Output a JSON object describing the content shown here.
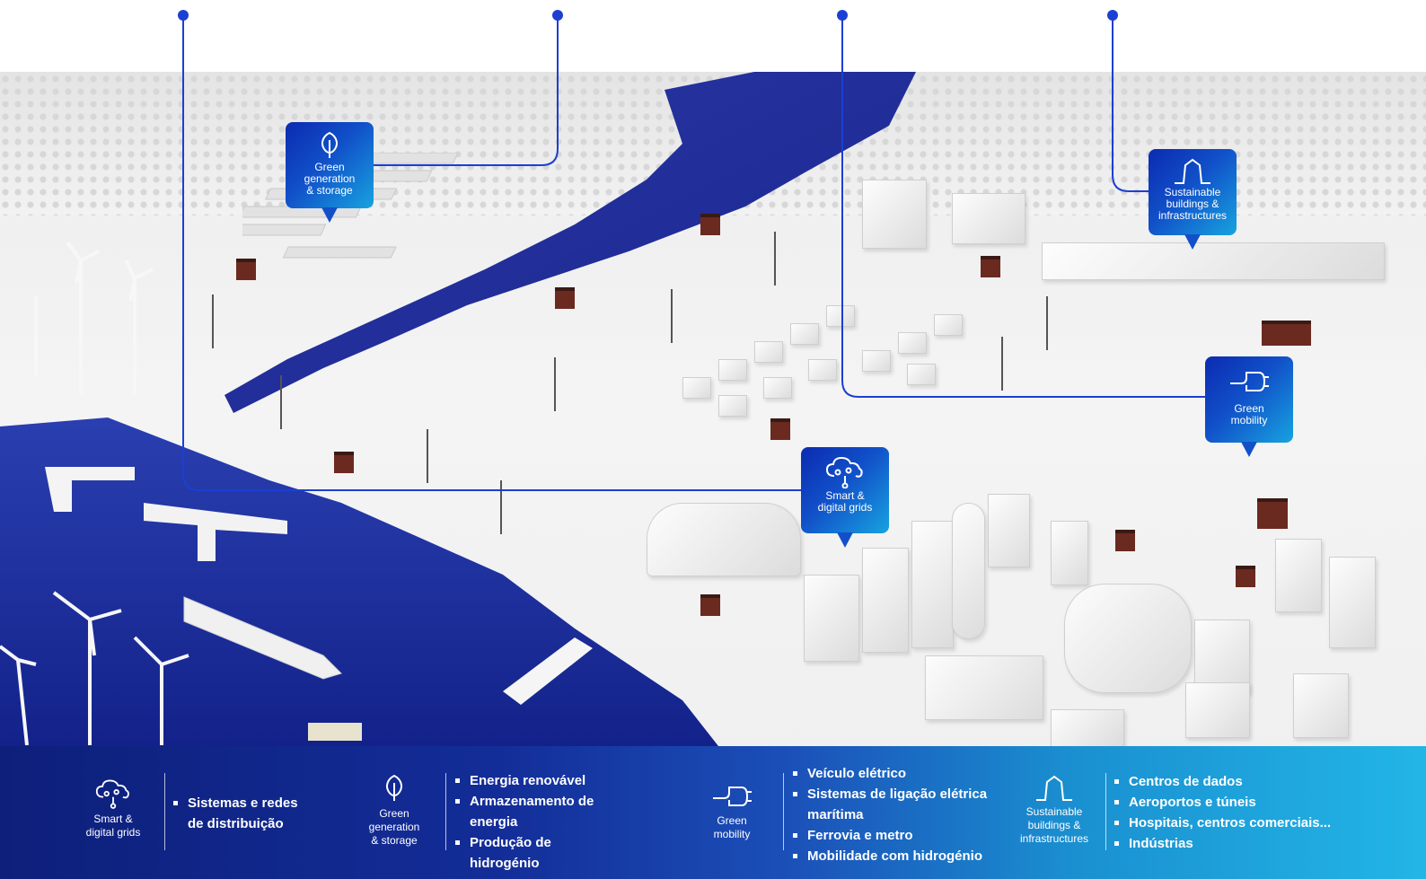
{
  "markers": {
    "green_generation": {
      "label_lines": [
        "Green",
        "generation",
        "& storage"
      ],
      "icon": "leaf-icon"
    },
    "sustainable_buildings": {
      "label_lines": [
        "Sustainable",
        "buildings &",
        "infrastructures"
      ],
      "icon": "building-outline-icon"
    },
    "green_mobility": {
      "label_lines": [
        "Green",
        "mobility"
      ],
      "icon": "plug-icon"
    },
    "smart_grids": {
      "label_lines": [
        "Smart &",
        "digital grids"
      ],
      "icon": "cloud-network-icon"
    }
  },
  "legend": {
    "smart_grids": {
      "label_lines": [
        "Smart &",
        "digital grids"
      ],
      "icon": "cloud-network-icon",
      "items": [
        "Sistemas e redes de distribuição"
      ]
    },
    "green_generation": {
      "label_lines": [
        "Green",
        "generation",
        "& storage"
      ],
      "icon": "leaf-icon",
      "items": [
        "Energia renovável",
        "Armazenamento de energia",
        "Produção de hidrogénio"
      ]
    },
    "green_mobility": {
      "label_lines": [
        "Green",
        "mobility"
      ],
      "icon": "plug-icon",
      "items": [
        "Veículo elétrico",
        "Sistemas de ligação elétrica marítima",
        "Ferrovia e metro",
        "Mobilidade com hidrogénio"
      ]
    },
    "sustainable_buildings": {
      "label_lines": [
        "Sustainable",
        "buildings &",
        "infrastructures"
      ],
      "icon": "building-outline-icon",
      "items": [
        "Centros de dados",
        "Aeroportos e túneis",
        "Hospitais, centros comerciais...",
        "Indústrias"
      ]
    }
  },
  "colors": {
    "accent": "#1c3fd3",
    "marker_dark": "#0b2bb0",
    "marker_light": "#17a3df",
    "water": "#1a2a9c",
    "legend_left": "#0d1f7a",
    "legend_right": "#22b6e6"
  }
}
